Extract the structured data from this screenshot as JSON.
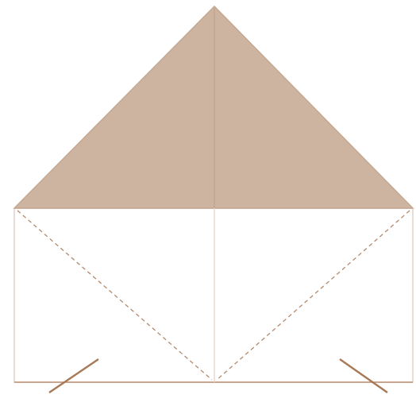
{
  "diagram": {
    "kind": "origami-fold-step",
    "colors": {
      "paper_back": "#CDB4A0",
      "paper_front": "#FFFFFF",
      "edge": "#B98E72",
      "dashed_crease": "#B3896C",
      "center_crease": "#E8D9CF",
      "fold_marks": "#A77957"
    },
    "parts": [
      "top-flap-triangle",
      "lower-square",
      "center-crease",
      "dashed-diagonal-left",
      "dashed-diagonal-right",
      "fold-mark-left",
      "fold-mark-right"
    ]
  }
}
